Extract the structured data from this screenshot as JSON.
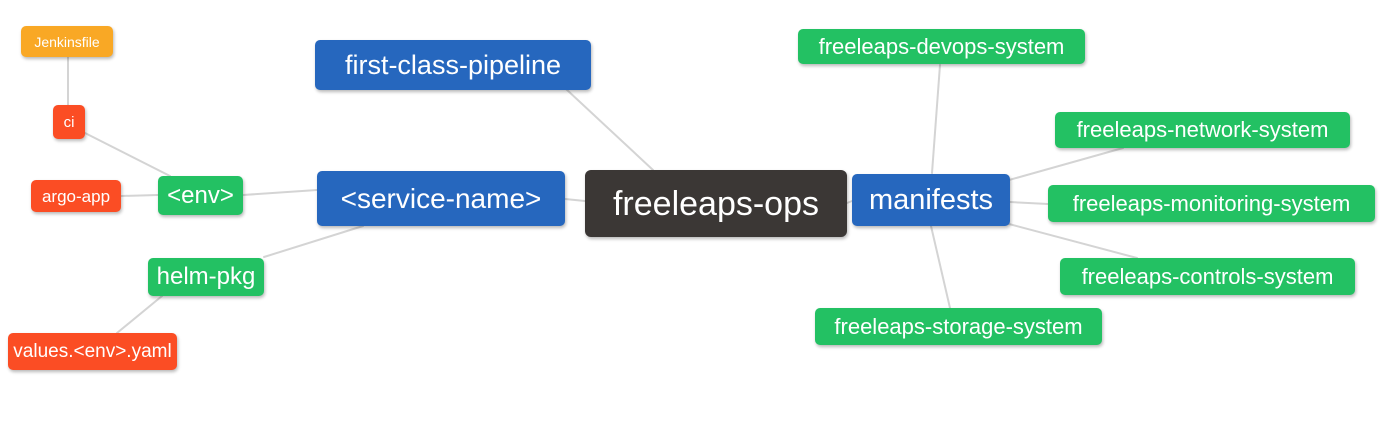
{
  "diagram": {
    "type": "mindmap",
    "root": "freeleaps-ops",
    "background_color": "#ffffff",
    "connector_color": "#d4d4d4",
    "palette": {
      "primary_branch_blue": "#2667be",
      "leaf_green": "#23c163",
      "file_orange": "#f9a825",
      "artifact_red": "#fb4d24",
      "root_dark": "#3b3735",
      "node_text": "#ffffff"
    },
    "nodes": [
      {
        "id": "jenkinsfile",
        "label": "Jenkinsfile",
        "color": "orange"
      },
      {
        "id": "ci",
        "label": "ci",
        "color": "red"
      },
      {
        "id": "argo-app",
        "label": "argo-app",
        "color": "red"
      },
      {
        "id": "env",
        "label": "<env>",
        "color": "green"
      },
      {
        "id": "first-class-pipeline",
        "label": "first-class-pipeline",
        "color": "blue"
      },
      {
        "id": "service-name",
        "label": "<service-name>",
        "color": "blue"
      },
      {
        "id": "freeleaps-ops",
        "label": "freeleaps-ops",
        "color": "dark"
      },
      {
        "id": "manifests",
        "label": "manifests",
        "color": "blue"
      },
      {
        "id": "helm-pkg",
        "label": "helm-pkg",
        "color": "green"
      },
      {
        "id": "values-env-yaml",
        "label": "values.<env>.yaml",
        "color": "red"
      },
      {
        "id": "devops-system",
        "label": "freeleaps-devops-system",
        "color": "green"
      },
      {
        "id": "network-system",
        "label": "freeleaps-network-system",
        "color": "green"
      },
      {
        "id": "monitoring-system",
        "label": "freeleaps-monitoring-system",
        "color": "green"
      },
      {
        "id": "controls-system",
        "label": "freeleaps-controls-system",
        "color": "green"
      },
      {
        "id": "storage-system",
        "label": "freeleaps-storage-system",
        "color": "green"
      }
    ],
    "edges": [
      {
        "from": "jenkinsfile",
        "to": "ci"
      },
      {
        "from": "ci",
        "to": "env"
      },
      {
        "from": "argo-app",
        "to": "env"
      },
      {
        "from": "env",
        "to": "service-name"
      },
      {
        "from": "helm-pkg",
        "to": "service-name"
      },
      {
        "from": "values-env-yaml",
        "to": "helm-pkg"
      },
      {
        "from": "first-class-pipeline",
        "to": "freeleaps-ops"
      },
      {
        "from": "service-name",
        "to": "freeleaps-ops"
      },
      {
        "from": "freeleaps-ops",
        "to": "manifests"
      },
      {
        "from": "manifests",
        "to": "devops-system"
      },
      {
        "from": "manifests",
        "to": "network-system"
      },
      {
        "from": "manifests",
        "to": "monitoring-system"
      },
      {
        "from": "manifests",
        "to": "controls-system"
      },
      {
        "from": "manifests",
        "to": "storage-system"
      }
    ]
  }
}
